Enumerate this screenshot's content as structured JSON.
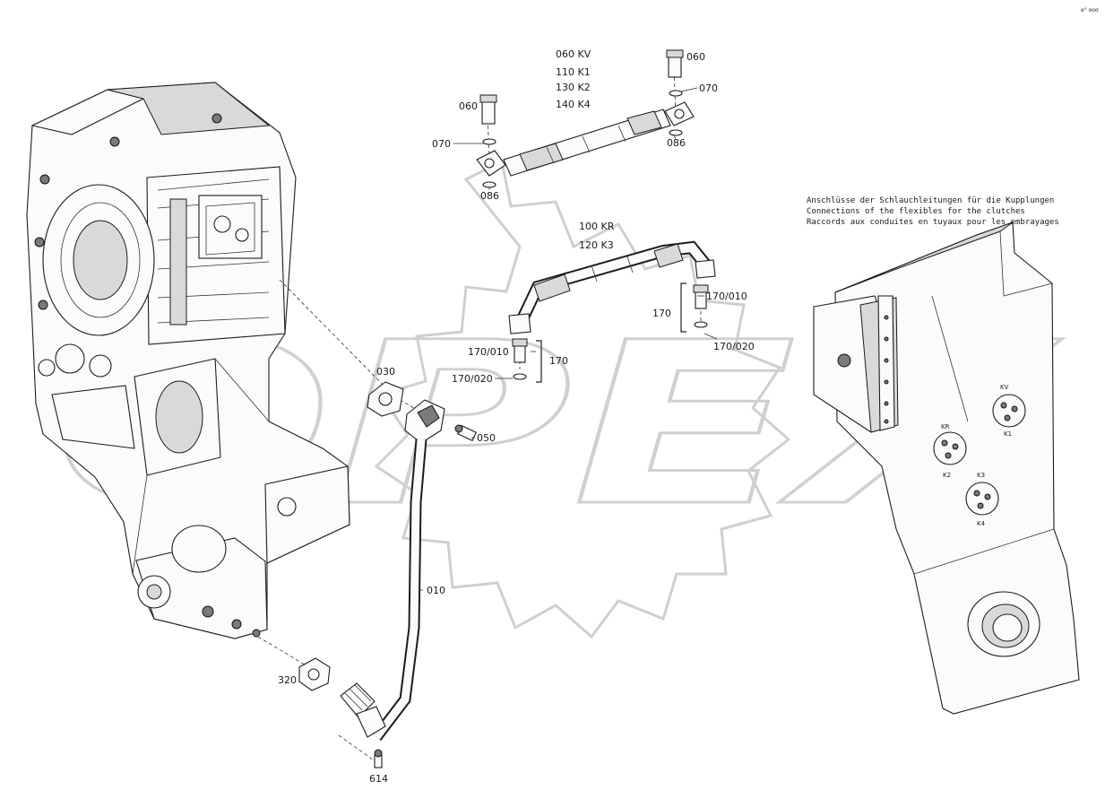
{
  "corner_mark": "e° ooo",
  "header_labels": {
    "l_060kv": "060 KV",
    "l_110k1": "110 K1",
    "l_130k2": "130 K2",
    "l_140k4": "140 K4",
    "l_100kr": "100 KR",
    "l_120k3": "120 K3"
  },
  "callouts": {
    "c_060_left": "060",
    "c_070_left": "070",
    "c_086_left": "086",
    "c_060_right": "060",
    "c_070_right": "070",
    "c_086_right": "086",
    "c_170_010_a": "170/010",
    "c_170_a": "170",
    "c_170_020_a": "170/020",
    "c_170_010_b": "170/010",
    "c_170_b": "170",
    "c_170_020_b": "170/020",
    "c_030": "030",
    "c_050": "050",
    "c_010": "010",
    "c_320": "320",
    "c_614": "614"
  },
  "note": {
    "line1": "Anschlüsse der Schlauchleitungen für die Kupplungen",
    "line2": "Connections of the flexibles for the clutches",
    "line3": "Raccords aux conduites en tuyaux pour les embrayages"
  },
  "block_labels": {
    "kv": "KV",
    "k1": "K1",
    "kr": "KR",
    "k2": "K2",
    "k3": "K3",
    "k4": "K4"
  },
  "watermark": "OPEX"
}
